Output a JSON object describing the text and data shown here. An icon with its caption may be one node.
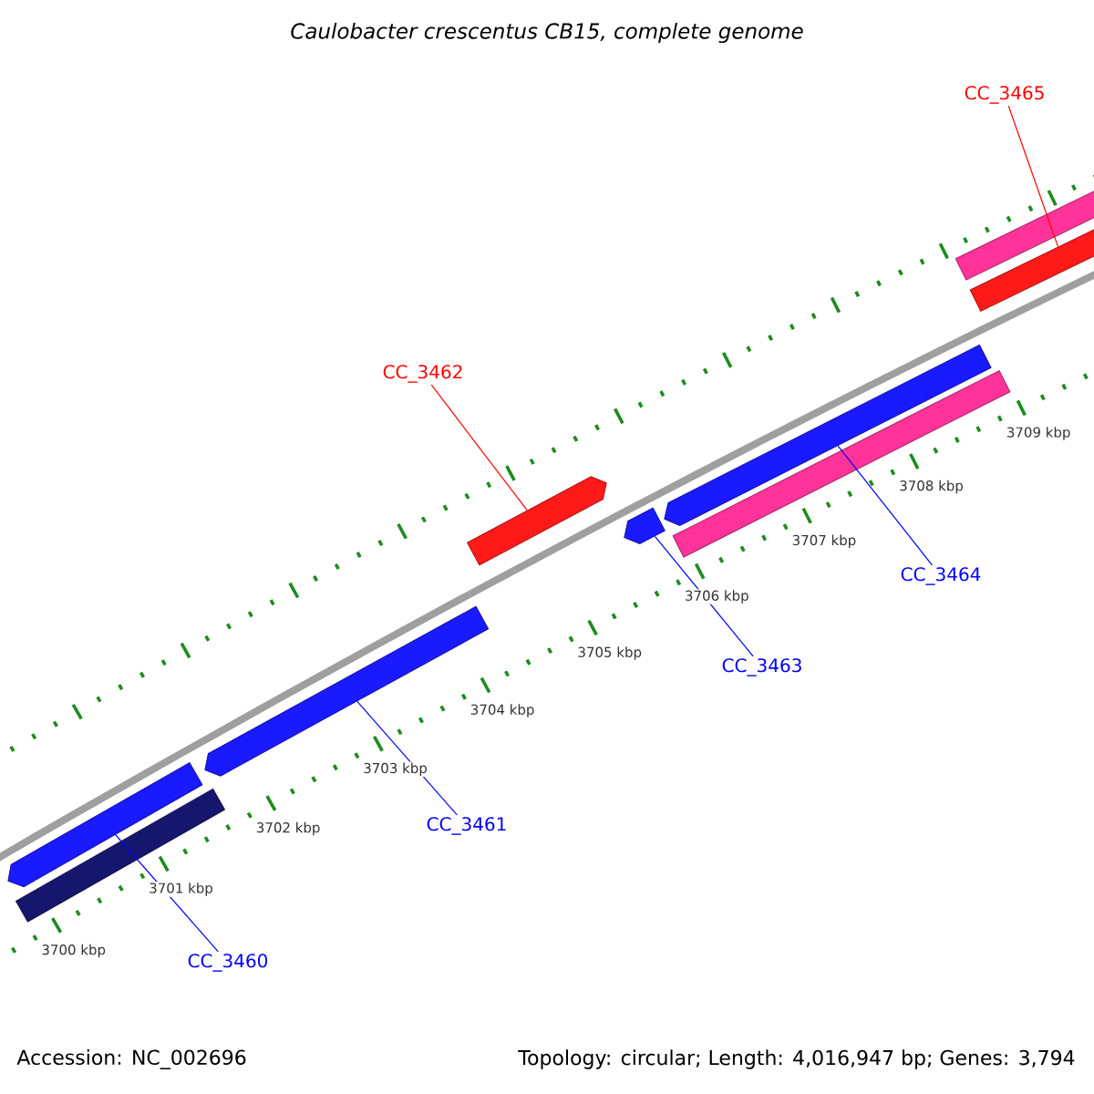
{
  "diagram": {
    "title": "Caulobacter crescentus CB15, complete genome",
    "nodes": [
      {
        "text": [
          "CC_3465"
        ]
      },
      {
        "text": [],
        "shape": "bar"
      },
      {
        "text": [],
        "shape": "bar"
      },
      {
        "text": [
          "CC_3462"
        ]
      },
      {
        "text": [],
        "shape": "arrow"
      },
      {
        "text": [],
        "shape": "arrow"
      },
      {
        "text": [],
        "shape": "bar"
      },
      {
        "text": [],
        "shape": "arrow"
      },
      {
        "text": [
          "CC_3464"
        ]
      },
      {
        "text": [
          "CC_3463"
        ]
      },
      {
        "text": [],
        "shape": "arrow"
      },
      {
        "text": [
          "CC_3461"
        ]
      },
      {
        "text": [],
        "shape": "arrow"
      },
      {
        "text": [],
        "shape": "bar"
      },
      {
        "text": [
          "CC_3460"
        ]
      }
    ],
    "edges": [
      {
        "from": 0,
        "to": 2,
        "arrow": "none",
        "color": "#ff0000"
      },
      {
        "from": 3,
        "to": 4,
        "arrow": "none",
        "color": "#ff0000"
      },
      {
        "from": 8,
        "to": 5,
        "arrow": "none"
      },
      {
        "from": 9,
        "to": 7,
        "arrow": "none"
      },
      {
        "from": 11,
        "to": 10,
        "arrow": "none"
      },
      {
        "from": 14,
        "to": 12,
        "arrow": "none"
      }
    ],
    "labels": [
      "3700 kbp",
      "3701 kbp",
      "3702 kbp",
      "3703 kbp",
      "3704 kbp",
      "3705 kbp",
      "3706 kbp",
      "3707 kbp",
      "3708 kbp",
      "3709 kbp",
      "Accession: NC_002696",
      "Topology: circular; Length: 4,016,947 bp; Genes: 3,794"
    ]
  }
}
